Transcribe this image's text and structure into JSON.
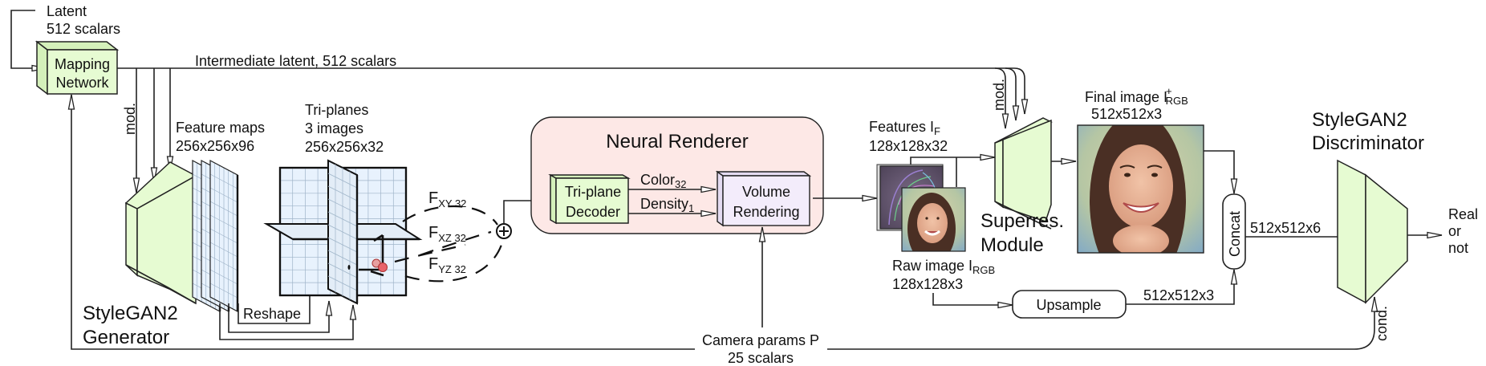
{
  "labels": {
    "latent": "Latent",
    "latent_size": "512 scalars",
    "mapping_line1": "Mapping",
    "mapping_line2": "Network",
    "intermediate_latent": "Intermediate latent, 512 scalars",
    "mod_left": "mod.",
    "mod_right": "mod.",
    "feature_maps": "Feature maps",
    "feature_maps_size": "256x256x96",
    "triplanes": "Tri-planes",
    "triplanes_count": "3 images",
    "triplanes_size": "256x256x32",
    "reshape": "Reshape",
    "generator_line1": "StyleGAN2",
    "generator_line2": "Generator",
    "f_xy": "F",
    "f_xy_sub": "XY 32",
    "f_xz": "F",
    "f_xz_sub": "XZ 32",
    "f_yz": "F",
    "f_yz_sub": "YZ 32",
    "neural_renderer": "Neural Renderer",
    "decoder_line1": "Tri-plane",
    "decoder_line2": "Decoder",
    "color": "Color",
    "color_sub": "32",
    "density": "Density",
    "density_sub": "1",
    "volume_line1": "Volume",
    "volume_line2": "Rendering",
    "features": "Features I",
    "features_sub": "F",
    "features_size": "128x128x32",
    "raw_image": "Raw image I",
    "raw_image_sub": "RGB",
    "raw_image_size": "128x128x3",
    "superres_line1": "Superres.",
    "superres_line2": "Module",
    "final_image": "Final image I",
    "final_image_sup": "+",
    "final_image_sub": "RGB",
    "final_image_size": "512x512x3",
    "upsample": "Upsample",
    "upsample_size": "512x512x3",
    "concat": "Concat",
    "concat_size": "512x512x6",
    "discriminator_line1": "StyleGAN2",
    "discriminator_line2": "Discriminator",
    "output_line1": "Real",
    "output_line2": "or",
    "output_line3": "not",
    "cond": "cond.",
    "camera_line1": "Camera params P",
    "camera_line2": "25 scalars"
  },
  "colors": {
    "module_green": "#e6fbd2",
    "renderer_bg": "#fde8e6",
    "volume_bg": "#f3ecfb",
    "plane_blue": "#e8f2fd",
    "point_red": "#e8636a"
  }
}
